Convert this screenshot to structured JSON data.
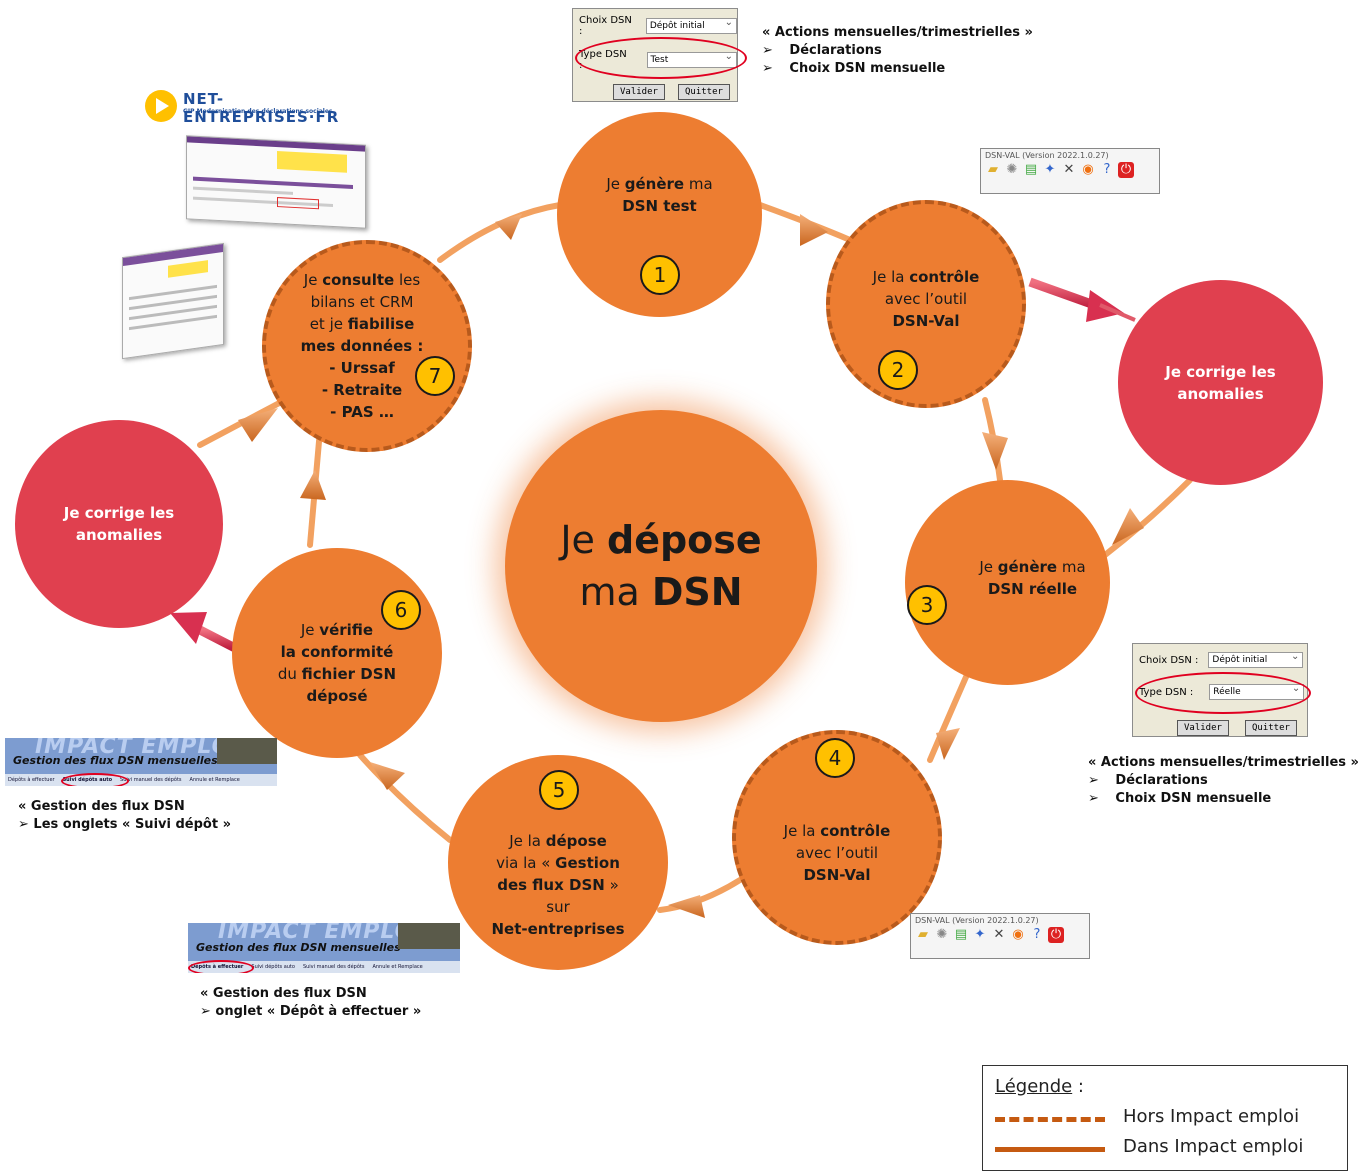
{
  "steps": [
    {
      "lines": [
        [
          "Je ",
          "génère",
          " ma"
        ],
        [
          "",
          "DSN test",
          ""
        ]
      ],
      "number": "1"
    },
    {
      "lines": [
        [
          "Je la ",
          "contrôle",
          ""
        ],
        [
          "avec l’outil",
          "",
          ""
        ],
        [
          "",
          "DSN-Val",
          ""
        ]
      ],
      "number": "2"
    },
    {
      "lines": [
        [
          "Je ",
          "génère",
          " ma"
        ],
        [
          "",
          "DSN réelle",
          ""
        ]
      ],
      "number": "3"
    },
    {
      "lines": [
        [
          "Je la ",
          "contrôle",
          ""
        ],
        [
          "avec l’outil",
          "",
          ""
        ],
        [
          "",
          "DSN-Val",
          ""
        ]
      ],
      "number": "4"
    },
    {
      "lines": [
        [
          "Je la ",
          "dépose",
          ""
        ],
        [
          "via la « ",
          "Gestion",
          ""
        ],
        [
          "",
          "des flux DSN",
          " »"
        ],
        [
          "sur",
          "",
          ""
        ],
        [
          "",
          "Net-entreprises",
          ""
        ]
      ],
      "number": "5"
    },
    {
      "lines": [
        [
          "Je ",
          "vérifie",
          ""
        ],
        [
          "",
          "la conformité",
          ""
        ],
        [
          "du ",
          "fichier DSN",
          ""
        ],
        [
          "",
          "déposé",
          ""
        ]
      ],
      "number": "6"
    },
    {
      "lines": [
        [
          "Je ",
          "consulte",
          " les"
        ],
        [
          "bilans et  CRM",
          "",
          ""
        ],
        [
          "et je ",
          "fiabilise",
          ""
        ],
        [
          "",
          "mes données :",
          ""
        ],
        [
          "",
          "- Urssaf",
          ""
        ],
        [
          "",
          "- Retraite",
          ""
        ],
        [
          "",
          "- PAS …",
          ""
        ]
      ],
      "number": "7"
    }
  ],
  "center": {
    "line1": [
      "Je ",
      "dépose"
    ],
    "line2": [
      "ma ",
      "DSN"
    ]
  },
  "corrections": {
    "right": [
      "Je corrige les",
      "anomalies"
    ],
    "left": [
      "Je corrige les",
      "anomalies"
    ]
  },
  "dialog_test": {
    "choix_label": "Choix DSN :",
    "choix_value": "Dépôt initial",
    "type_label": "Type DSN :",
    "type_value": "Test",
    "valider": "Valider",
    "quitter": "Quitter"
  },
  "dialog_reelle": {
    "choix_label": "Choix DSN :",
    "choix_value": "Dépôt initial",
    "type_label": "Type DSN :",
    "type_value": "Réelle",
    "valider": "Valider",
    "quitter": "Quitter"
  },
  "note_top": {
    "title": "« Actions mensuelles/trimestrielles »",
    "items": [
      "Déclarations",
      "Choix DSN mensuelle"
    ]
  },
  "note_right": {
    "title": "« Actions mensuelles/trimestrielles »",
    "items": [
      "Déclarations",
      "Choix DSN mensuelle"
    ]
  },
  "toolbar_top": {
    "title": "DSN-VAL (Version  2022.1.0.27)"
  },
  "toolbar_bottom": {
    "title": "DSN-VAL (Version  2022.1.0.27)"
  },
  "logo": {
    "name": "NET-ENTREPRISES·FR",
    "tagline": "GIP Modernisation des déclarations sociales"
  },
  "banner_left": {
    "title": "IMPACT EMPLOI",
    "subtitle": "Gestion des flux DSN mensuelles",
    "tabs": [
      "Dépôts à effectuer",
      "Suivi dépôts auto",
      "Suivi manuel des dépôts",
      "Annule et Remplace"
    ]
  },
  "banner_bottom": {
    "title": "IMPACT EMPLOI",
    "subtitle": "Gestion des flux DSN mensuelles",
    "tabs": [
      "Dépôts à effectuer",
      "Suivi dépôts auto",
      "Suivi manuel des dépôts",
      "Annule et Remplace"
    ]
  },
  "note_left": {
    "line1": "« Gestion des flux DSN",
    "line2": "➢ Les onglets « Suivi dépôt »"
  },
  "note_bottom": {
    "line1": "« Gestion des flux DSN",
    "line2": "➢ onglet « Dépôt à effectuer »"
  },
  "legend": {
    "title": "Légende",
    "colon": " :",
    "dashed_label": "Hors Impact emploi",
    "solid_label": "Dans Impact emploi"
  },
  "colors": {
    "orange": "#ed7d31",
    "red": "#e0404f",
    "badge": "#ffc000",
    "arrow": "#f0a060"
  }
}
